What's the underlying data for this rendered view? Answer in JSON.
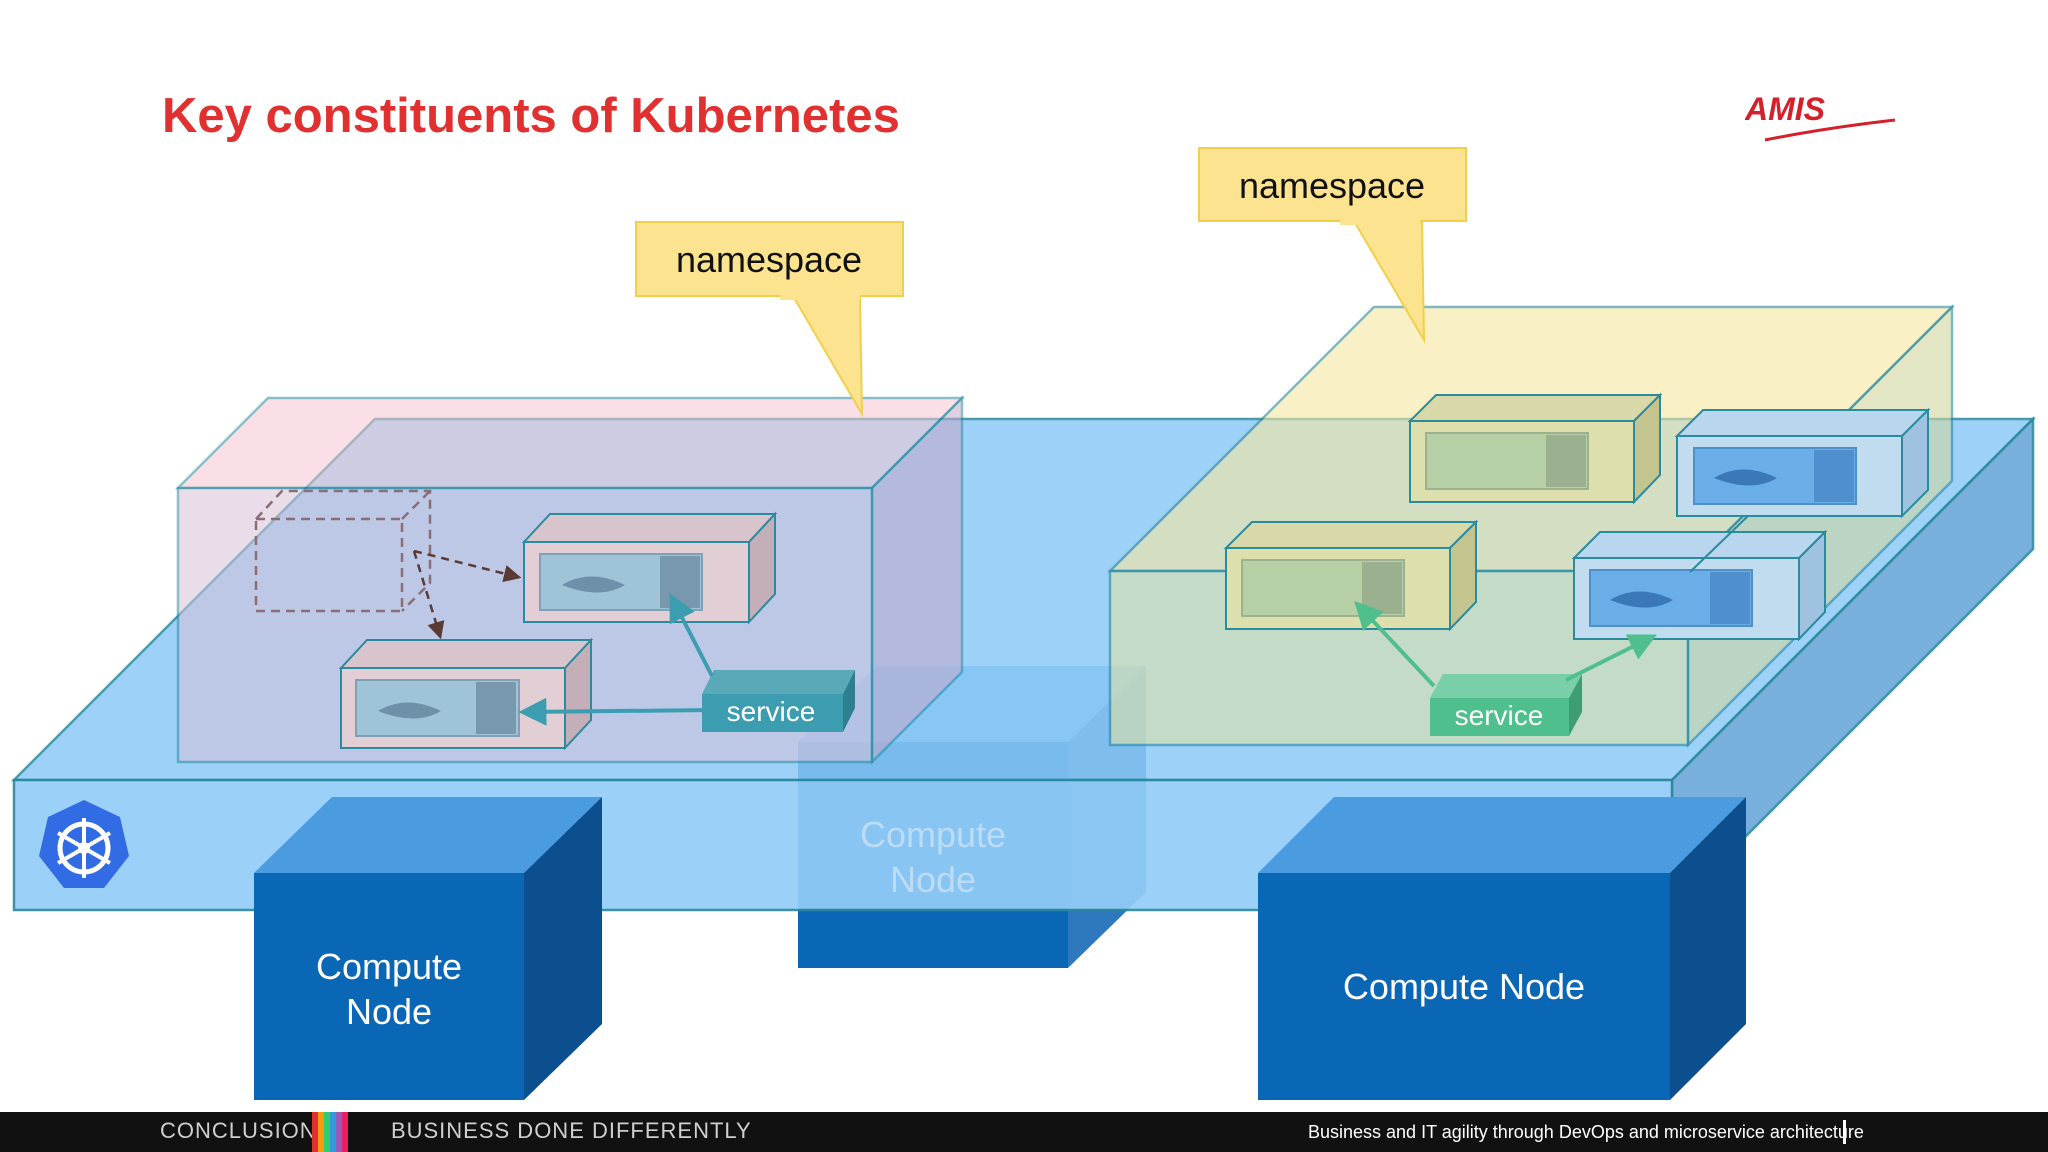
{
  "title": "Key constituents of Kubernetes",
  "logo_text": "AMIS",
  "namespace_labels": [
    "namespace",
    "namespace"
  ],
  "service_labels": [
    "service",
    "service"
  ],
  "compute_nodes": [
    "Compute Node",
    "Compute Node",
    "Compute Node"
  ],
  "footer": {
    "left_section": "CONCLUSION",
    "left_tagline": "BUSINESS DONE DIFFERENTLY",
    "right_text": "Business and IT agility through DevOps and microservice architecture"
  },
  "colors": {
    "title": "#e03030",
    "cluster_plane": "#7ec3f5",
    "compute_node": "#0a67b5",
    "namespace_left": "#f4c6d0",
    "namespace_right": "#f7e9a6",
    "callout": "#fbe38f",
    "service_left": "#3d9db0",
    "service_right": "#4fbf8d",
    "kubernetes_logo": "#326ce5"
  },
  "icons": [
    "kubernetes-icon",
    "docker-container-icon"
  ]
}
